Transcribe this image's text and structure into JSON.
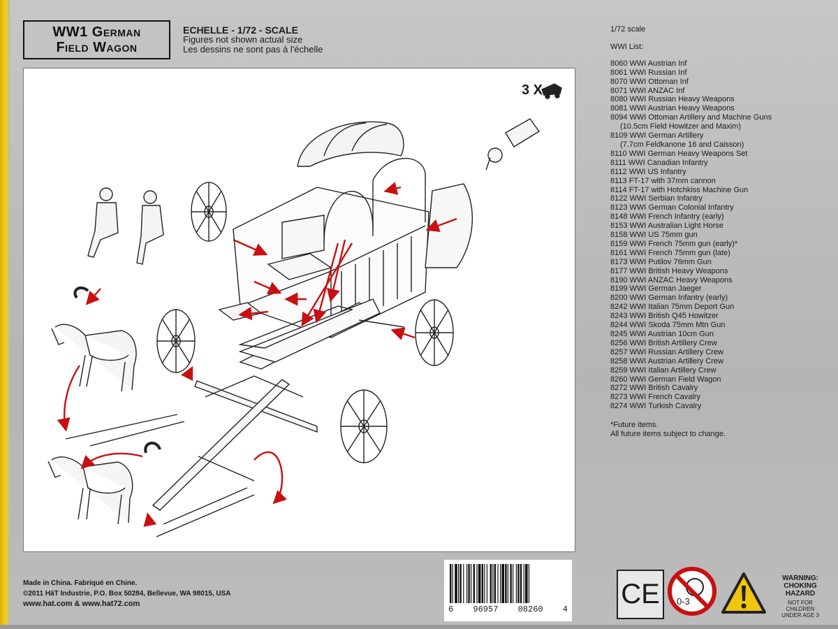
{
  "title": {
    "line1": "WW1 German",
    "line2": "Field Wagon"
  },
  "scale_block": {
    "heading": "ECHELLE - 1/72 - SCALE",
    "line1": "Figures not shown actual size",
    "line2": "Les dessins ne sont pas à l'échelle"
  },
  "diagram": {
    "quantity": "3 X"
  },
  "product_list": {
    "scale": "1/72 scale",
    "title": "WWI List:",
    "items": [
      "8060 WWI Austrian Inf",
      "8061 WWI Russian Inf",
      "8070 WWI Ottoman Inf",
      "8071 WWI ANZAC Inf",
      "8080 WWI Russian Heavy Weapons",
      "8081 WWI Austrian Heavy Weapons",
      "8094 WWI Ottoman Artillery and Machine Guns",
      "(10.5cm Field Howitzer and Maxim)",
      "8109 WWI German Artillery",
      "(7.7cm Feldkanone 16 and Caisson)",
      "8110 WWI German Heavy Weapons Set",
      "8111 WWI Canadian Infantry",
      "8112 WWI US Infantry",
      "8113 FT-17 with 37mm cannon",
      "8114 FT-17 with Hotchkiss Machine Gun",
      "8122 WWI Serbian Infantry",
      "8123 WWI German Colonial Infantry",
      "8148 WWI French Infantry (early)",
      "8153 WWI Australian Light Horse",
      "8158 WWI US 75mm gun",
      "8159 WWI French 75mm gun (early)*",
      "8161 WWI French 75mm gun (late)",
      "8173 WWI Putilov 76mm Gun",
      "8177 WWI British Heavy Weapons",
      "8190 WWI ANZAC Heavy Weapons",
      "8199 WWI German Jaeger",
      "8200 WWI German Infantry (early)",
      "8242 WWI Italian 75mm Deport Gun",
      "8243 WWI British Q45 Howitzer",
      "8244 WWI Skoda 75mm Mtn Gun",
      "8245 WWI Austrian 10cm Gun",
      "8256 WWI British Artillery Crew",
      "8257 WWI Russian Artillery Crew",
      "8258 WWI Austrian Artillery Crew",
      "8259 WWI Italian Artillery Crew",
      "8260 WWI German Field Wagon",
      "8272 WWI British Cavalry",
      "8273 WWI French Cavalry",
      "8274 WWI Turkish Cavalry"
    ],
    "indented": [
      7,
      9
    ],
    "note1": "*Future items.",
    "note2": "All future items subject to change."
  },
  "manufacturer": {
    "line1": "Made in China. Fabriqué en Chine.",
    "line2": "©2011 HäT Industrie, P.O. Box 50284, Bellevue, WA 98015, USA",
    "web": "www.hat.com & www.hat72.com"
  },
  "barcode": {
    "digits": [
      "6",
      "96957",
      "08260",
      "4"
    ]
  },
  "ce_mark": "CE",
  "age_icon": {
    "text": "0-3",
    "icon": "no-child-under-3-icon"
  },
  "warning": {
    "heading1": "WARNING:",
    "heading2": "CHOKING",
    "heading3": "HAZARD",
    "small1": "NOT FOR",
    "small2": "CHILDREN",
    "small3": "UNDER AGE 3"
  },
  "colors": {
    "arrow": "#c81010",
    "panel": "#bdbdbd",
    "yellow": "#f1c40f"
  }
}
